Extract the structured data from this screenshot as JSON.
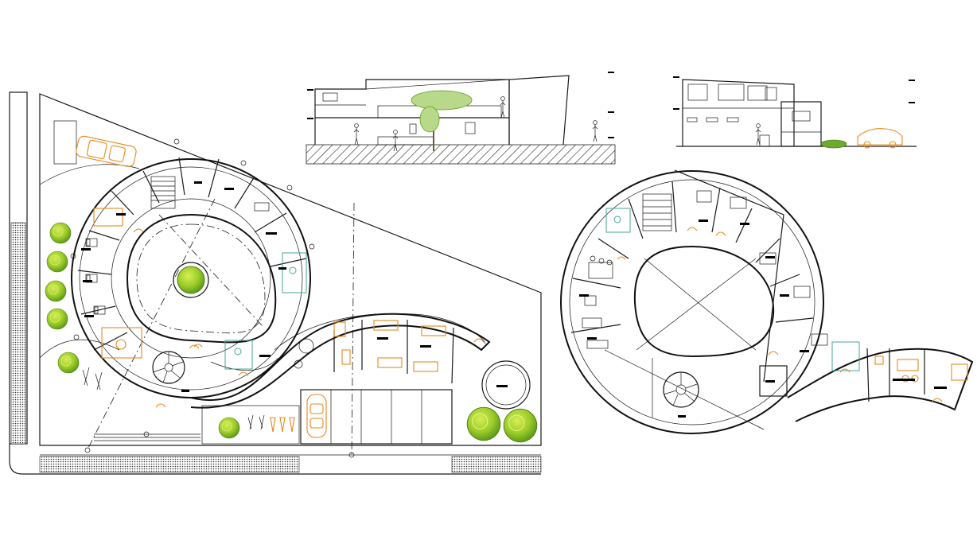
{
  "drawing": {
    "views": [
      "ground-floor-plan",
      "upper-floor-plan",
      "section",
      "elevation"
    ],
    "colors": {
      "linework": "#1a1a1a",
      "furniture": "#e8891b",
      "fixtures": "#4aa596",
      "vegetation": "#9ccc2a",
      "vegetation_dark": "#5f9c1a",
      "paper": "#ffffff"
    },
    "icons": [
      "tree-icon",
      "car-icon",
      "person-icon",
      "staircase-icon",
      "column-icon"
    ]
  }
}
